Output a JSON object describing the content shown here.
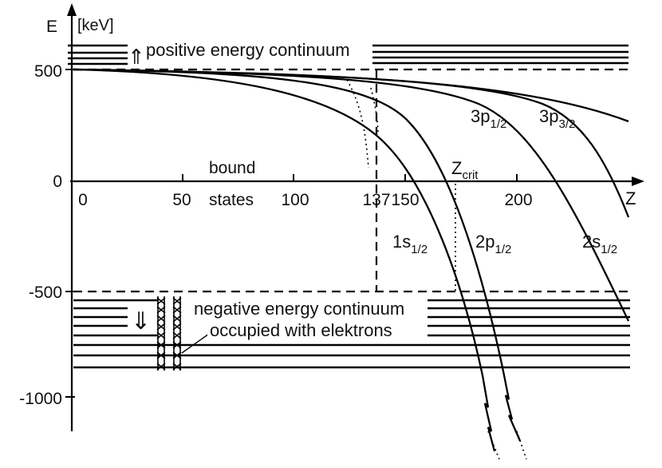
{
  "axes": {
    "y_unit": "E",
    "y_unit_suffix": "[keV]",
    "x_label": "Z",
    "y_ticks": [
      "500",
      "0",
      "-500",
      "-1000"
    ],
    "x_ticks": [
      "0",
      "50",
      "100",
      "137",
      "150",
      "200"
    ]
  },
  "regions": {
    "positive": "positive energy continuum",
    "bound_line1": "bound",
    "bound_line2": "states",
    "negative_line1": "negative energy continuum",
    "negative_line2": "occupied with elektrons"
  },
  "curves": {
    "c1s": {
      "base": "1s",
      "sub": "1/2"
    },
    "c2p": {
      "base": "2p",
      "sub": "1/2"
    },
    "c2s": {
      "base": "2s",
      "sub": "1/2"
    },
    "c3p12": {
      "base": "3p",
      "sub": "1/2"
    },
    "c3p32": {
      "base": "3p",
      "sub": "3/2"
    }
  },
  "zcrit": {
    "base": "Z",
    "sub": "crit"
  },
  "arrows": {
    "up": "⇑",
    "down": "⇓"
  }
}
